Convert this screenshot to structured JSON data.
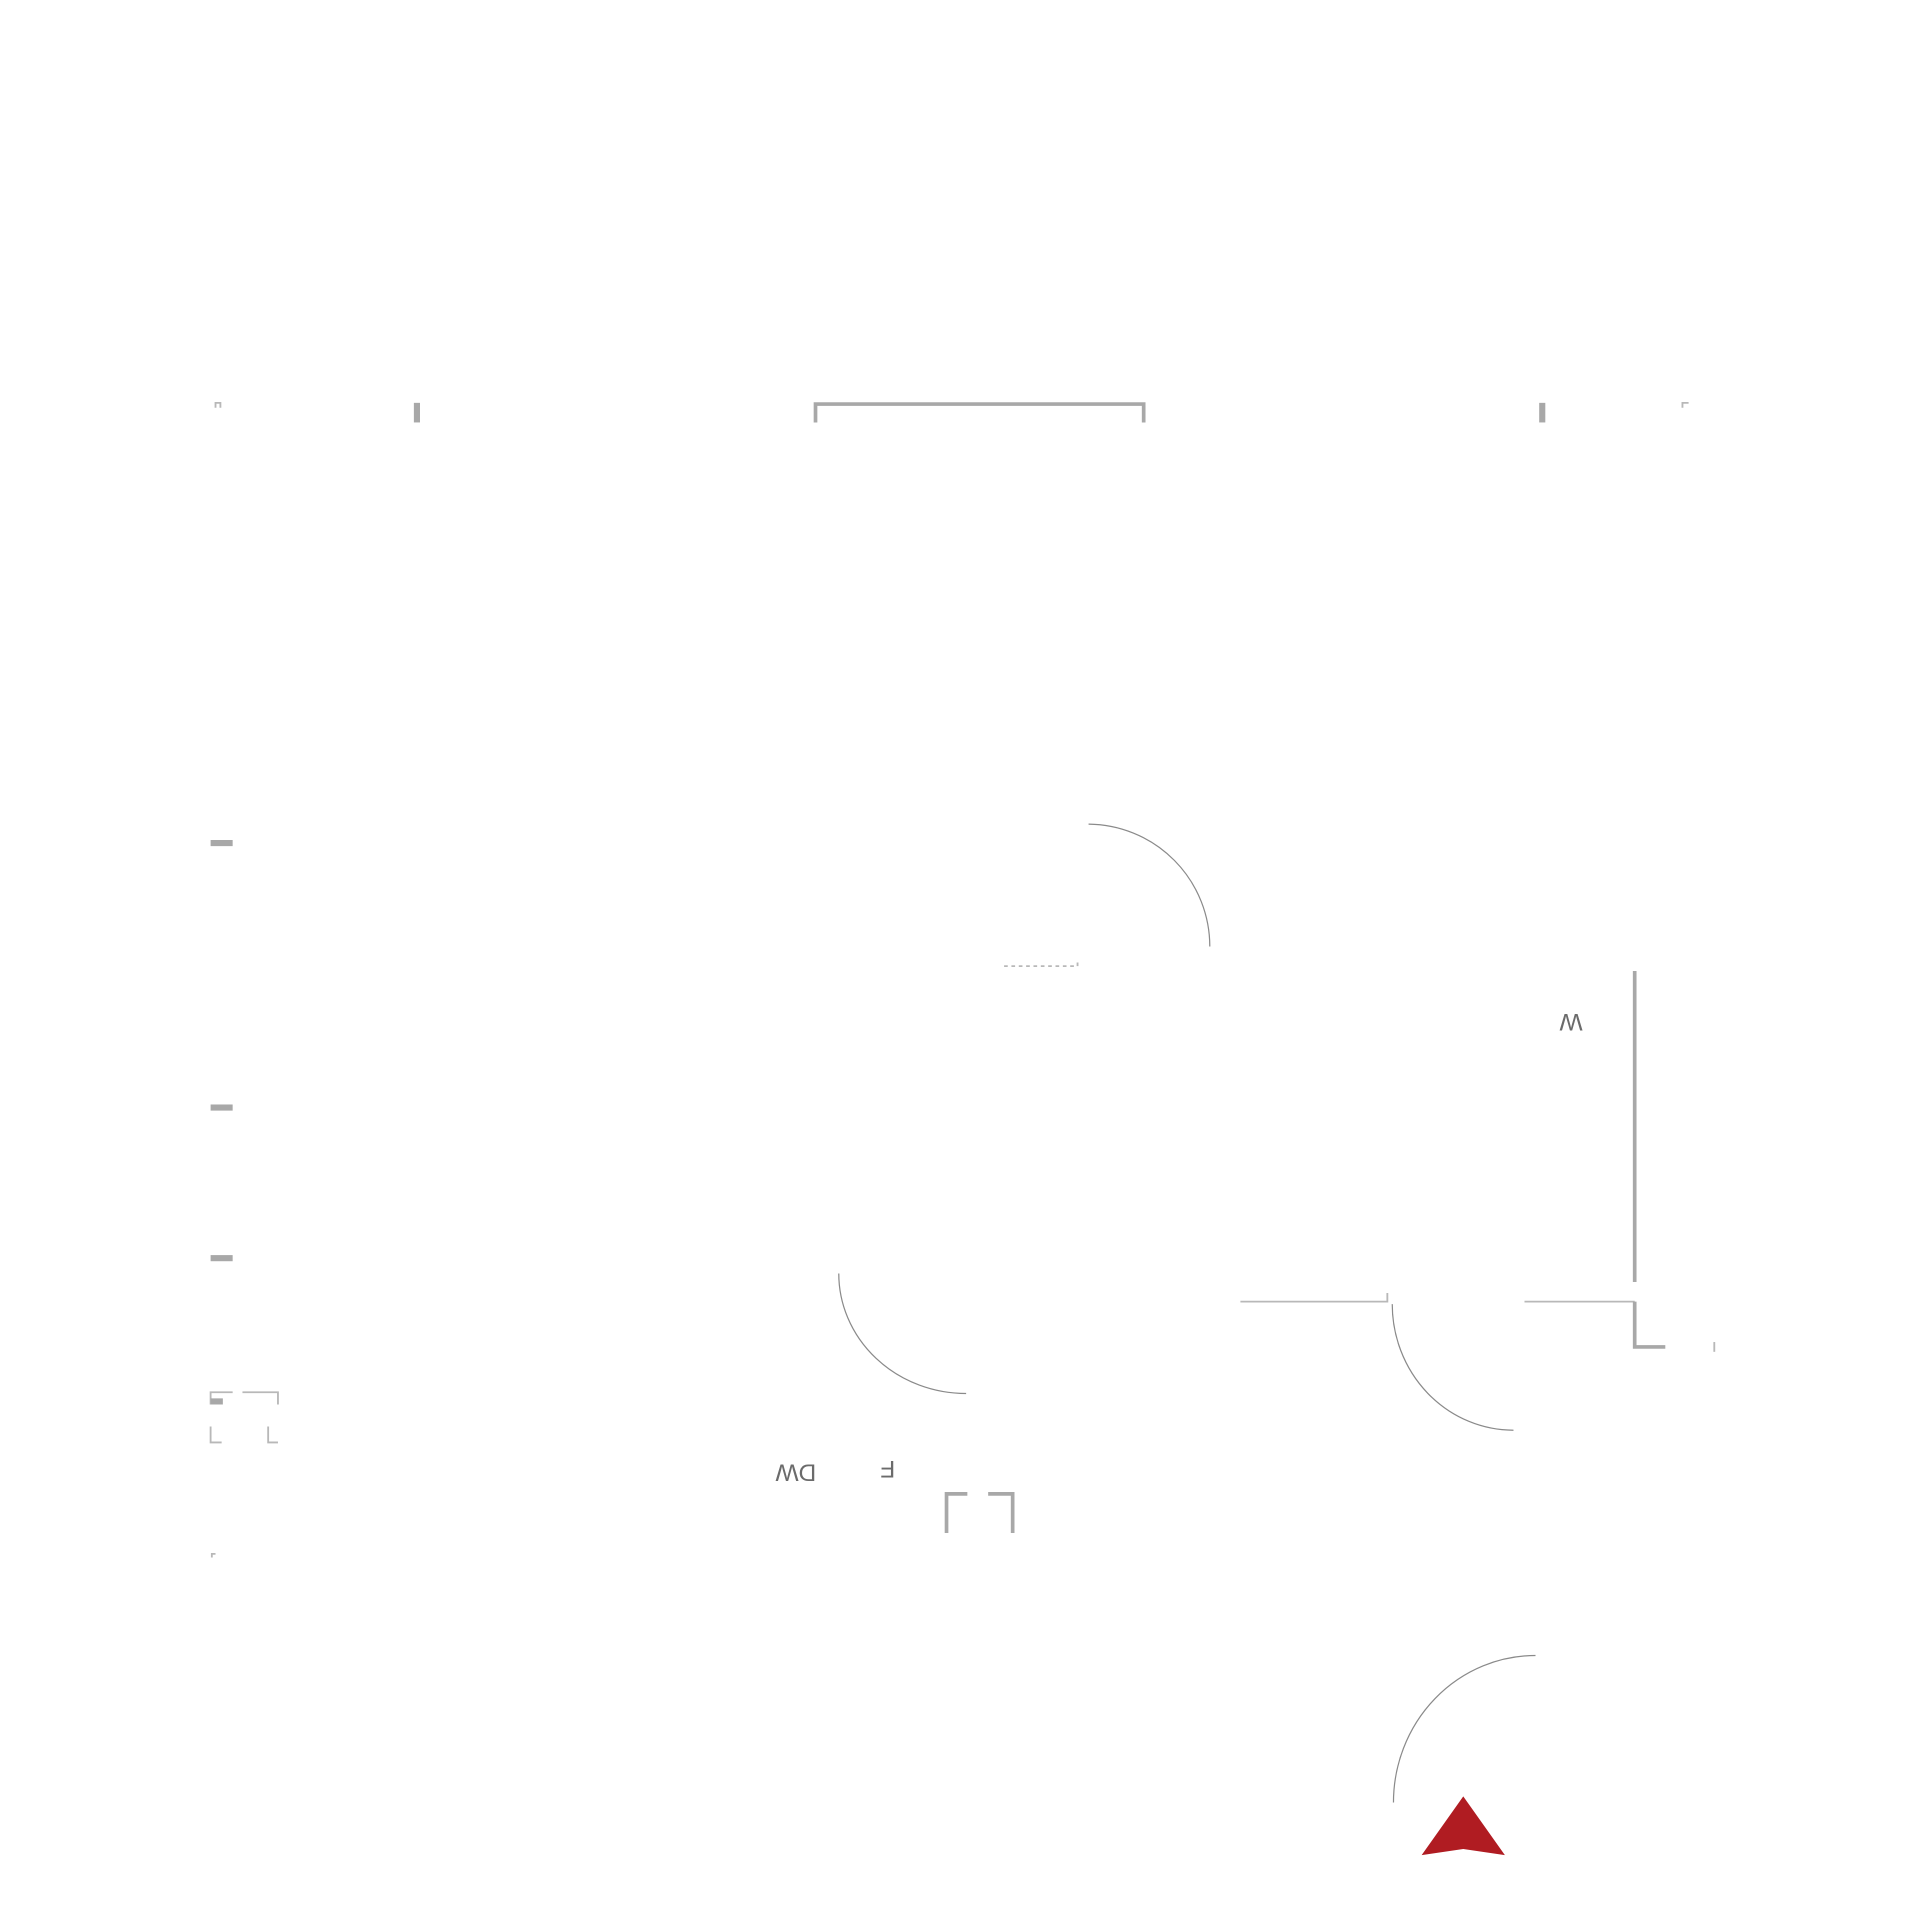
{
  "labels": {
    "washer": "W",
    "dishwasher": "DW",
    "fridge": "F"
  },
  "colors": {
    "north_arrow": "#b01c22",
    "walls": "#a8a8a8",
    "door_arcs": "#8a8a8a"
  },
  "icons": {
    "north_arrow": "triangle-arrow-icon"
  }
}
